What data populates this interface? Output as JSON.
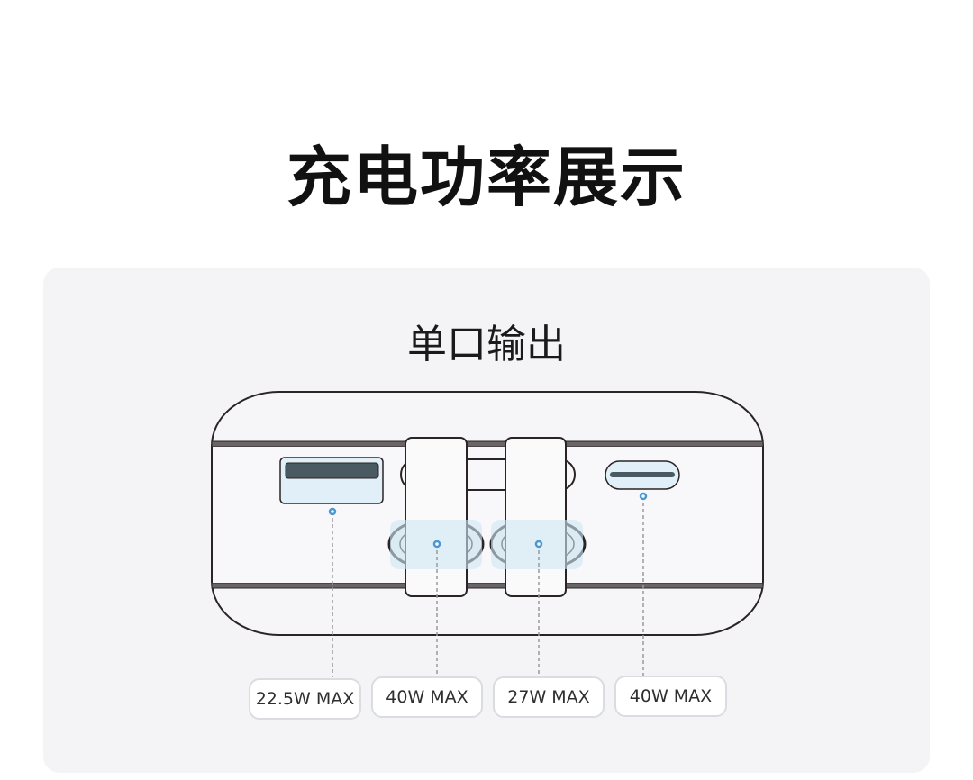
{
  "title": "充电功率展示",
  "panel": {
    "subtitle": "单口输出",
    "ports": [
      {
        "name": "usb-a-port",
        "label": "22.5W MAX"
      },
      {
        "name": "round-port-1",
        "label": "40W MAX"
      },
      {
        "name": "round-port-2",
        "label": "27W MAX"
      },
      {
        "name": "usb-c-port",
        "label": "40W MAX"
      }
    ],
    "colors": {
      "highlight": "#dcedf7",
      "dot": "#4a98d3",
      "outline": "#2b2424"
    }
  }
}
